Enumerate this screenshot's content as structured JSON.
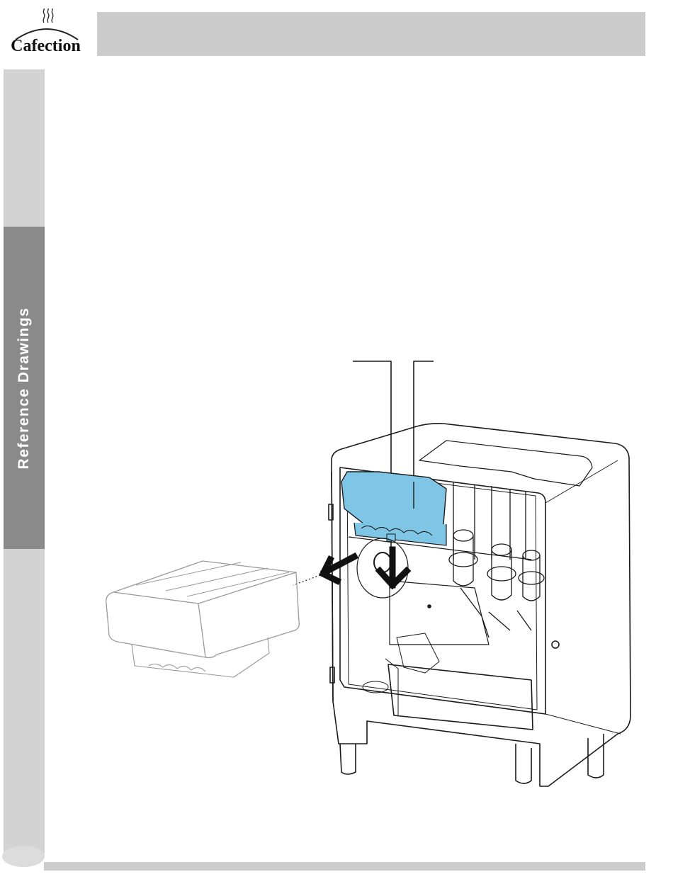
{
  "logo": {
    "brand": "Cafection",
    "icon": "steam-cup-icon"
  },
  "header": {
    "title": ""
  },
  "sidebar": {
    "active_tab_label": "Reference Drawings"
  },
  "colors": {
    "header_gray": "#cccccc",
    "side_tab_light": "#d3d3d3",
    "side_tab_active": "#8a8a8a",
    "highlight_blue": "#7fc6e6",
    "line_color": "#1a1a1a"
  },
  "drawing": {
    "subject": "machine-with-removable-canister",
    "icon": "removal-arrow-icon"
  }
}
